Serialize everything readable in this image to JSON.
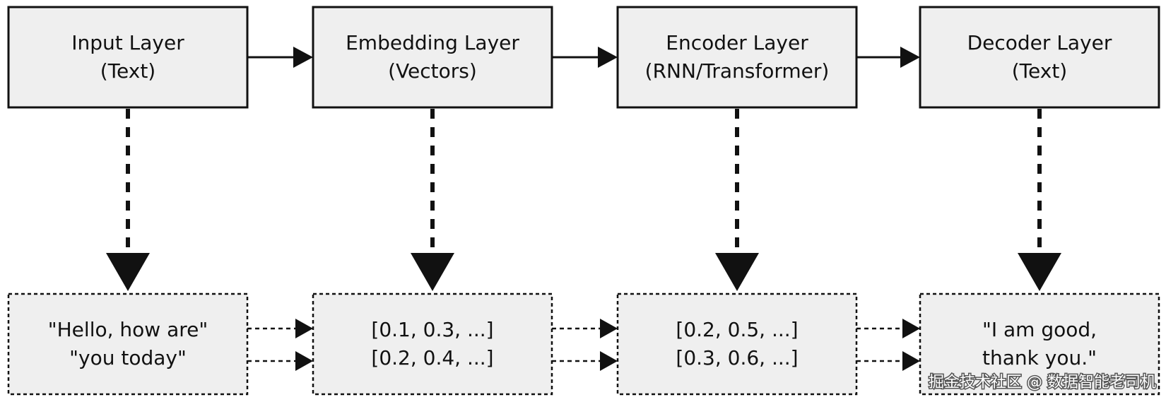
{
  "layers": [
    {
      "id": "input",
      "title": "Input Layer",
      "subtitle": "(Text)"
    },
    {
      "id": "embedding",
      "title": "Embedding Layer",
      "subtitle": "(Vectors)"
    },
    {
      "id": "encoder",
      "title": "Encoder Layer",
      "subtitle": "(RNN/Transformer)"
    },
    {
      "id": "decoder",
      "title": "Decoder Layer",
      "subtitle": "(Text)"
    }
  ],
  "examples": [
    {
      "line1": "\"Hello, how are\"",
      "line2": "\"you today\""
    },
    {
      "line1": "[0.1, 0.3, ...]",
      "line2": "[0.2, 0.4, ...]"
    },
    {
      "line1": "[0.2, 0.5, ...]",
      "line2": "[0.3, 0.6, ...]"
    },
    {
      "line1": "\"I am good,",
      "line2": "thank you.\""
    }
  ],
  "watermark": "掘金技术社区 @ 数据智能老司机",
  "colors": {
    "box_fill": "#efefef",
    "stroke": "#111111",
    "background": "#ffffff"
  }
}
